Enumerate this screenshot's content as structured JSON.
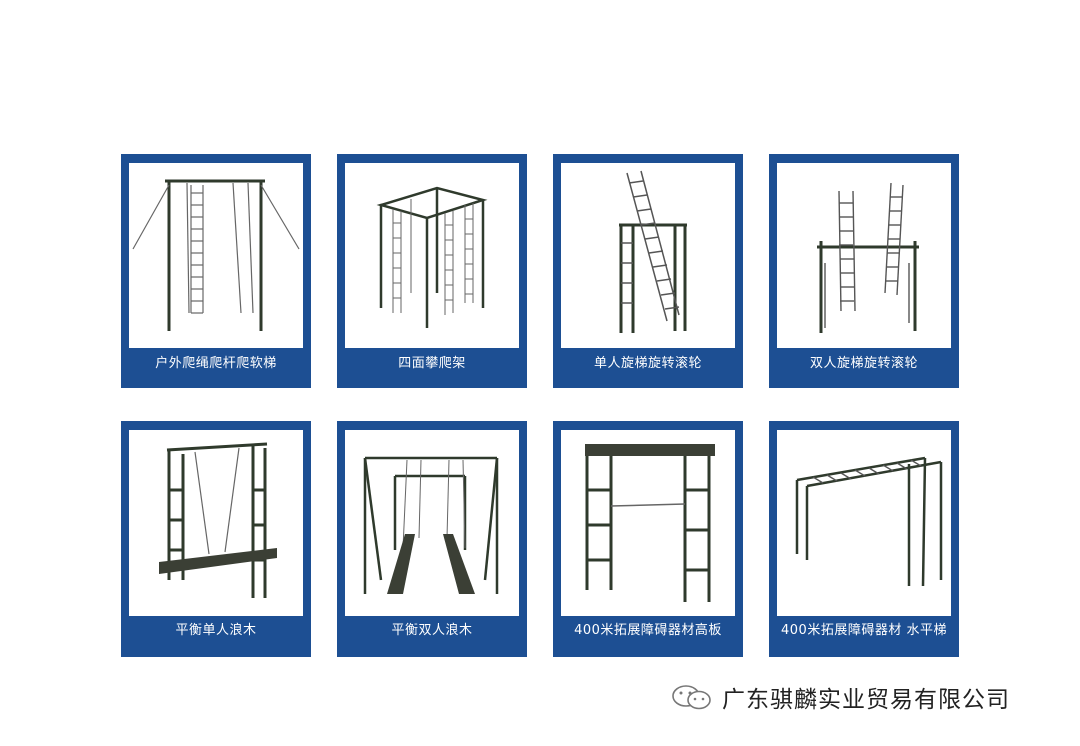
{
  "products": [
    {
      "label": "户外爬绳爬杆爬软梯",
      "icon": "outdoor-rope-ladder-icon"
    },
    {
      "label": "四面攀爬架",
      "icon": "four-side-climbing-frame-icon"
    },
    {
      "label": "单人旋梯旋转滚轮",
      "icon": "single-rotating-ladder-icon"
    },
    {
      "label": "双人旋梯旋转滚轮",
      "icon": "double-rotating-ladder-icon"
    },
    {
      "label": "平衡单人浪木",
      "icon": "single-balance-swing-log-icon"
    },
    {
      "label": "平衡双人浪木",
      "icon": "double-balance-swing-log-icon"
    },
    {
      "label": "400米拓展障碍器材高板",
      "icon": "high-board-obstacle-icon"
    },
    {
      "label": "400米拓展障碍器材 水平梯",
      "icon": "horizontal-ladder-icon"
    }
  ],
  "brand": {
    "company": "广东骐麟实业贸易有限公司",
    "logo_icon": "wechat-official-account-icon"
  },
  "colors": {
    "card_frame": "#1d4f93",
    "equipment": "#2f3a2c",
    "label_text": "#ffffff"
  }
}
